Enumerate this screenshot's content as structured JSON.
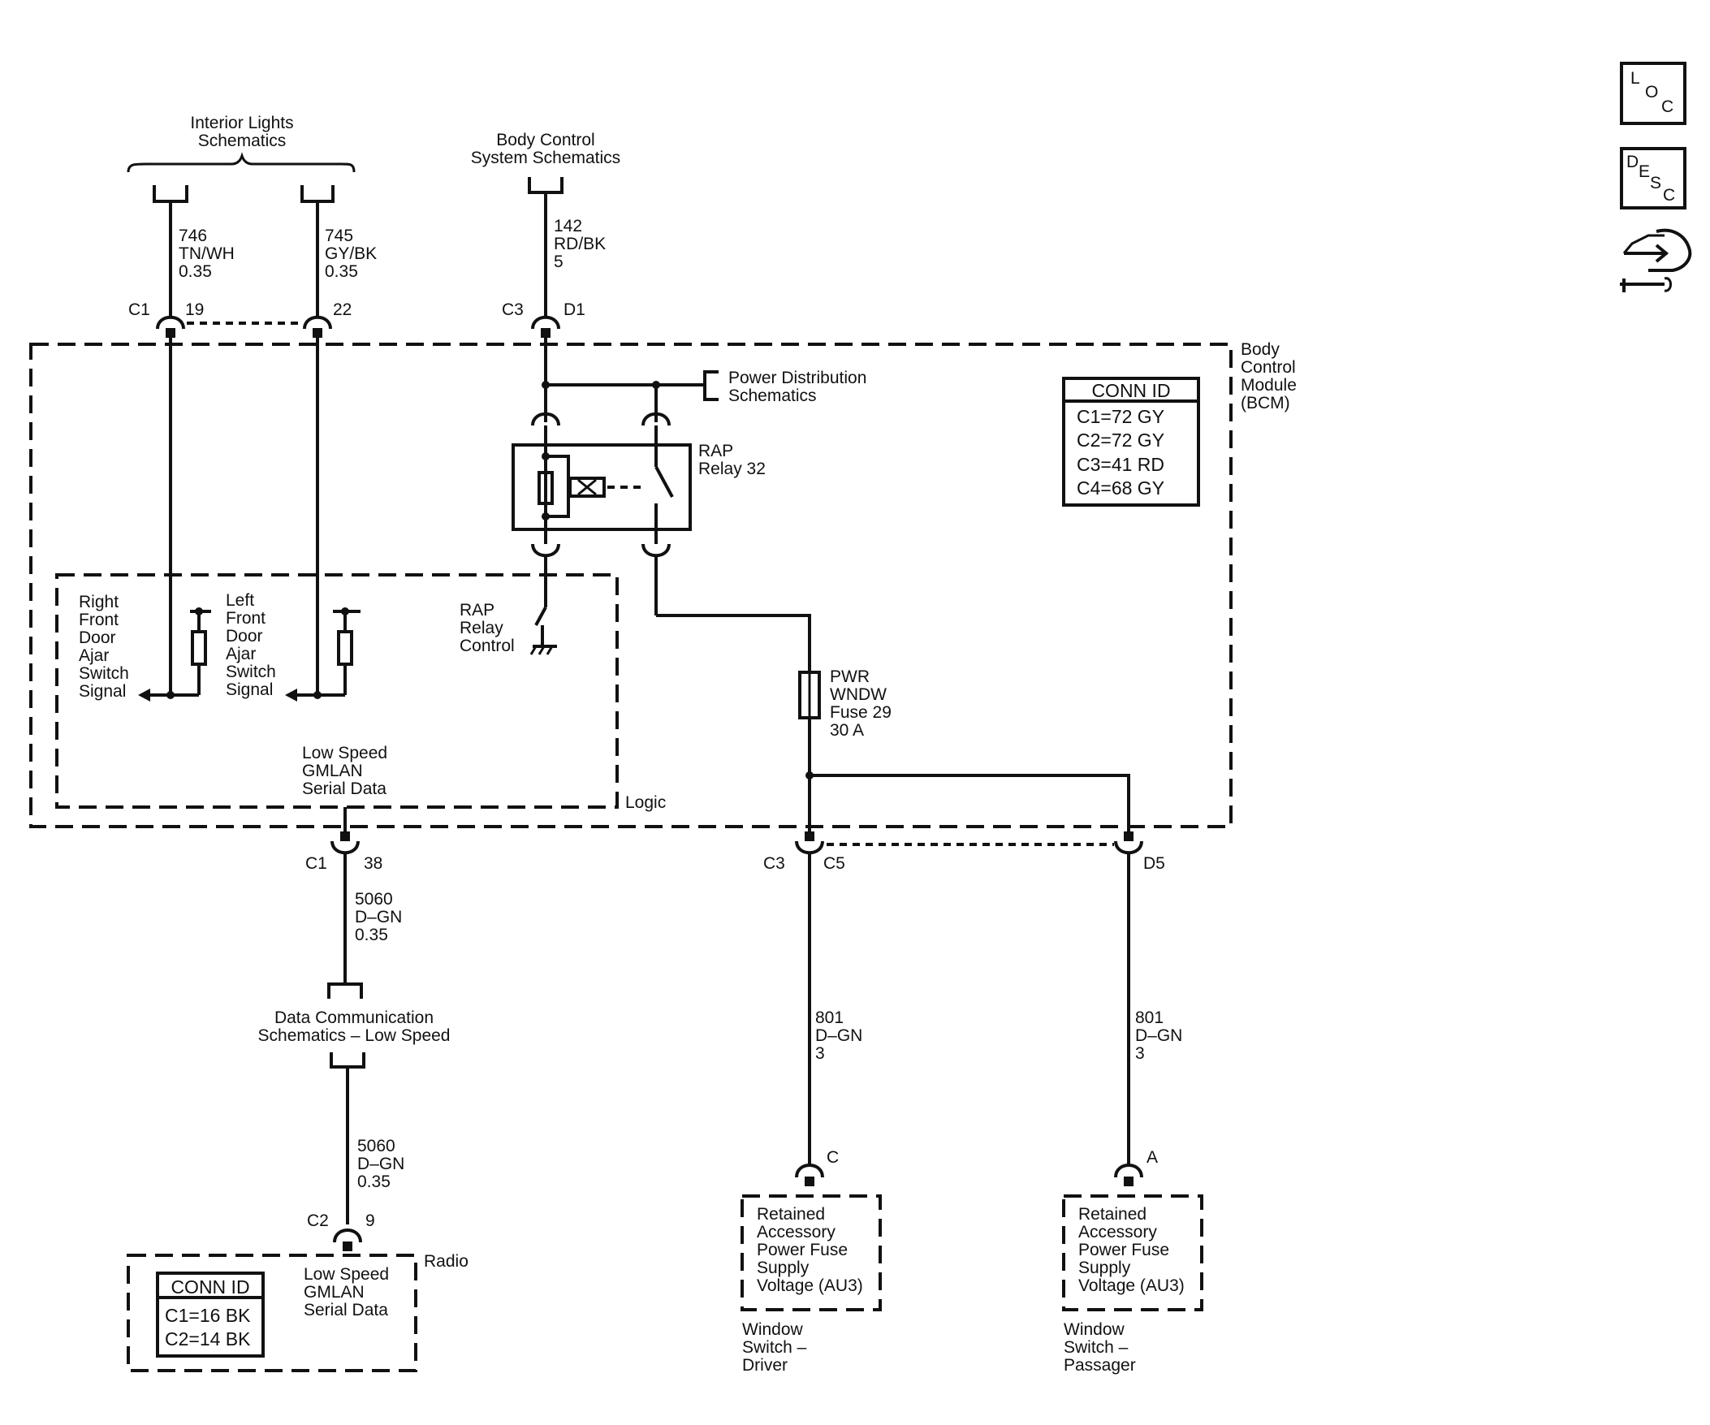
{
  "icons": {
    "loc": {
      "l": "L",
      "o": "O",
      "c": "C"
    },
    "desc": {
      "d": "D",
      "e": "E",
      "s": "S",
      "c": "C"
    },
    "nav": "wiring-harness-icon"
  },
  "top": {
    "interior_lights": [
      "Interior Lights",
      "Schematics"
    ],
    "body_control": [
      "Body Control",
      "System Schematics"
    ]
  },
  "wires": {
    "w746": [
      "746",
      "TN/WH",
      "0.35"
    ],
    "w745": [
      "745",
      "GY/BK",
      "0.35"
    ],
    "w142": [
      "142",
      "RD/BK",
      "5"
    ],
    "w5060a": [
      "5060",
      "D–GN",
      "0.35"
    ],
    "w5060b": [
      "5060",
      "D–GN",
      "0.35"
    ],
    "w801a": [
      "801",
      "D–GN",
      "3"
    ],
    "w801b": [
      "801",
      "D–GN",
      "3"
    ]
  },
  "pins": {
    "c1_19": {
      "conn": "C1",
      "pin": "19"
    },
    "c1_22": {
      "pin": "22"
    },
    "c3_d1": {
      "conn": "C3",
      "pin": "D1"
    },
    "c1_38": {
      "conn": "C1",
      "pin": "38"
    },
    "c3_c5": {
      "conn": "C3",
      "pin": "C5"
    },
    "d5": {
      "pin": "D5"
    },
    "c2_9": {
      "conn": "C2",
      "pin": "9"
    },
    "pin_c": "C",
    "pin_a": "A"
  },
  "bcm": {
    "label": [
      "Body",
      "Control",
      "Module",
      "(BCM)"
    ],
    "conn_title": "CONN ID",
    "conn_rows": [
      "C1=72 GY",
      "C2=72 GY",
      "C3=41 RD",
      "C4=68 GY"
    ],
    "power_dist": [
      "Power Distribution",
      "Schematics"
    ],
    "relay": [
      "RAP",
      "Relay 32"
    ],
    "relay_control": [
      "RAP",
      "Relay",
      "Control"
    ],
    "right_switch": [
      "Right",
      "Front",
      "Door",
      "Ajar",
      "Switch",
      "Signal"
    ],
    "left_switch": [
      "Left",
      "Front",
      "Door",
      "Ajar",
      "Switch",
      "Signal"
    ],
    "gmlan": [
      "Low Speed",
      "GMLAN",
      "Serial Data"
    ],
    "logic": "Logic",
    "fuse": [
      "PWR",
      "WNDW",
      "Fuse 29",
      "30 A"
    ]
  },
  "data_comm": [
    "Data Communication",
    "Schematics – Low Speed"
  ],
  "radio": {
    "label": "Radio",
    "conn_title": "CONN ID",
    "conn_rows": [
      "C1=16 BK",
      "C2=14 BK"
    ],
    "gmlan": [
      "Low Speed",
      "GMLAN",
      "Serial Data"
    ]
  },
  "driver_switch": {
    "inside": [
      "Retained",
      "Accessory",
      "Power Fuse",
      "Supply",
      "Voltage (AU3)"
    ],
    "name": [
      "Window",
      "Switch –",
      "Driver"
    ]
  },
  "passenger_switch": {
    "inside": [
      "Retained",
      "Accessory",
      "Power Fuse",
      "Supply",
      "Voltage (AU3)"
    ],
    "name": [
      "Window",
      "Switch –",
      "Passager"
    ]
  }
}
